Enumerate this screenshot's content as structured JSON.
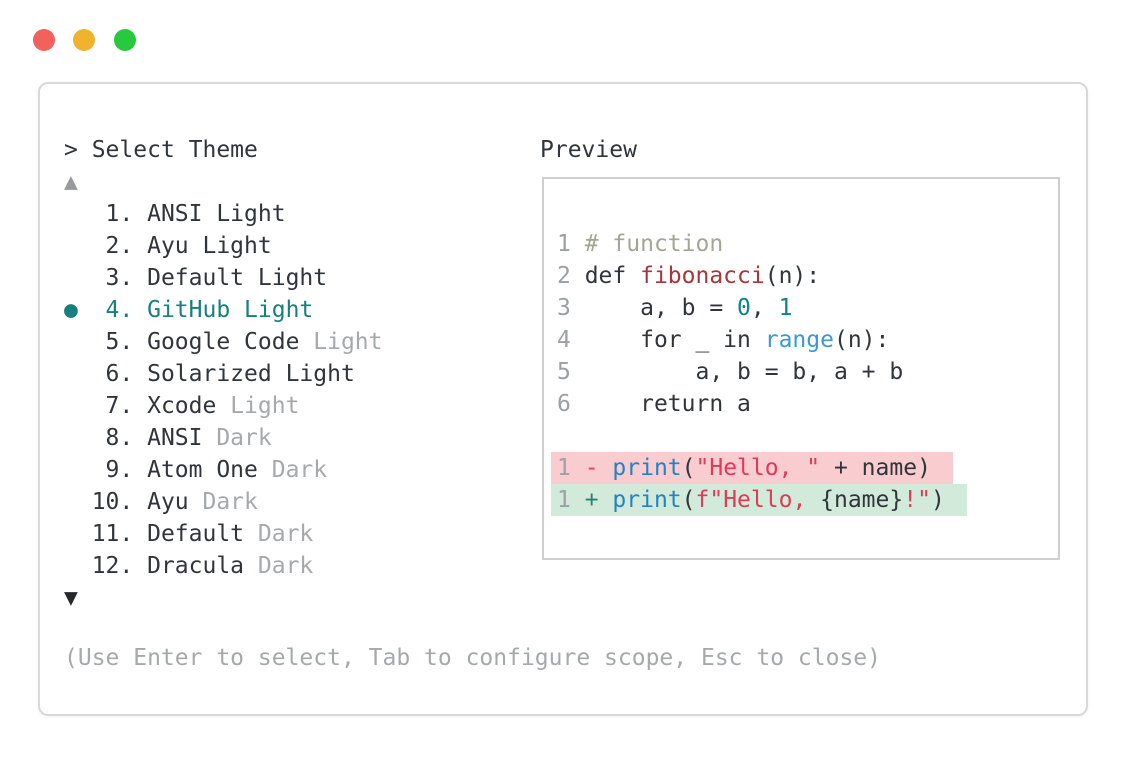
{
  "window": {
    "traffic_lights": [
      {
        "name": "close",
        "color": "#f2615c"
      },
      {
        "name": "minimize",
        "color": "#f0b32e"
      },
      {
        "name": "maximize",
        "color": "#27c93f"
      }
    ]
  },
  "colors": {
    "text": "#2f353b",
    "muted": "#a6a9ac",
    "line_number": "#9ba0a5",
    "selected": "#17807e",
    "comment": "#a2a795",
    "function": "#a8363a",
    "string": "#df3a57",
    "number": "#0f808d",
    "call": "#2283c4",
    "builtin": "#3b98d6",
    "deleted": "#e0455c",
    "added": "#2b8274",
    "deleted_bg": "#f9ccd0",
    "added_bg": "#d2ead9",
    "scroll_up": "#97999c",
    "scroll_down": "#26282b",
    "panel_border": "#d9d9d9",
    "preview_border": "#cfcfcf"
  },
  "picker": {
    "prompt": "> ",
    "title": "Select Theme",
    "scroll_up": "▲",
    "scroll_down": "▼",
    "selected_marker": "●",
    "items": [
      {
        "number": "1",
        "name": "ANSI Light",
        "variant": "",
        "selected": false
      },
      {
        "number": "2",
        "name": "Ayu Light",
        "variant": "",
        "selected": false
      },
      {
        "number": "3",
        "name": "Default Light",
        "variant": "",
        "selected": false
      },
      {
        "number": "4",
        "name": "GitHub Light",
        "variant": "",
        "selected": true
      },
      {
        "number": "5",
        "name": "Google Code",
        "variant": "Light",
        "selected": false
      },
      {
        "number": "6",
        "name": "Solarized Light",
        "variant": "",
        "selected": false
      },
      {
        "number": "7",
        "name": "Xcode",
        "variant": "Light",
        "selected": false
      },
      {
        "number": "8",
        "name": "ANSI",
        "variant": "Dark",
        "selected": false
      },
      {
        "number": "9",
        "name": "Atom One",
        "variant": "Dark",
        "selected": false
      },
      {
        "number": "10",
        "name": "Ayu",
        "variant": "Dark",
        "selected": false
      },
      {
        "number": "11",
        "name": "Default",
        "variant": "Dark",
        "selected": false
      },
      {
        "number": "12",
        "name": "Dracula",
        "variant": "Dark",
        "selected": false
      }
    ]
  },
  "preview": {
    "label": "Preview",
    "code_lines": [
      {
        "number": "1",
        "segments": [
          {
            "text": "# function",
            "color": "comment"
          }
        ]
      },
      {
        "number": "2",
        "segments": [
          {
            "text": "def ",
            "color": "text"
          },
          {
            "text": "fibonacci",
            "color": "function"
          },
          {
            "text": "(n):",
            "color": "text"
          }
        ]
      },
      {
        "number": "3",
        "segments": [
          {
            "text": "    a, b = ",
            "color": "text"
          },
          {
            "text": "0",
            "color": "number"
          },
          {
            "text": ", ",
            "color": "text"
          },
          {
            "text": "1",
            "color": "number"
          }
        ]
      },
      {
        "number": "4",
        "segments": [
          {
            "text": "    for _ in ",
            "color": "text"
          },
          {
            "text": "range",
            "color": "builtin"
          },
          {
            "text": "(n):",
            "color": "text"
          }
        ]
      },
      {
        "number": "5",
        "segments": [
          {
            "text": "        a, b = b, a + b",
            "color": "text"
          }
        ]
      },
      {
        "number": "6",
        "segments": [
          {
            "text": "    return a",
            "color": "text"
          }
        ]
      }
    ],
    "diff_lines": [
      {
        "number": "1",
        "bg": "deleted_bg",
        "segments": [
          {
            "text": "- ",
            "color": "deleted"
          },
          {
            "text": "print",
            "color": "call"
          },
          {
            "text": "(",
            "color": "text"
          },
          {
            "text": "\"Hello, \"",
            "color": "string"
          },
          {
            "text": " + name)",
            "color": "text"
          }
        ]
      },
      {
        "number": "1",
        "bg": "added_bg",
        "segments": [
          {
            "text": "+ ",
            "color": "added"
          },
          {
            "text": "print",
            "color": "call"
          },
          {
            "text": "(",
            "color": "text"
          },
          {
            "text": "f\"Hello, ",
            "color": "string"
          },
          {
            "text": "{name}",
            "color": "text"
          },
          {
            "text": "!\"",
            "color": "string"
          },
          {
            "text": ")",
            "color": "text"
          }
        ]
      }
    ]
  },
  "footer": {
    "hint": "(Use Enter to select, Tab to configure scope, Esc to close)"
  }
}
